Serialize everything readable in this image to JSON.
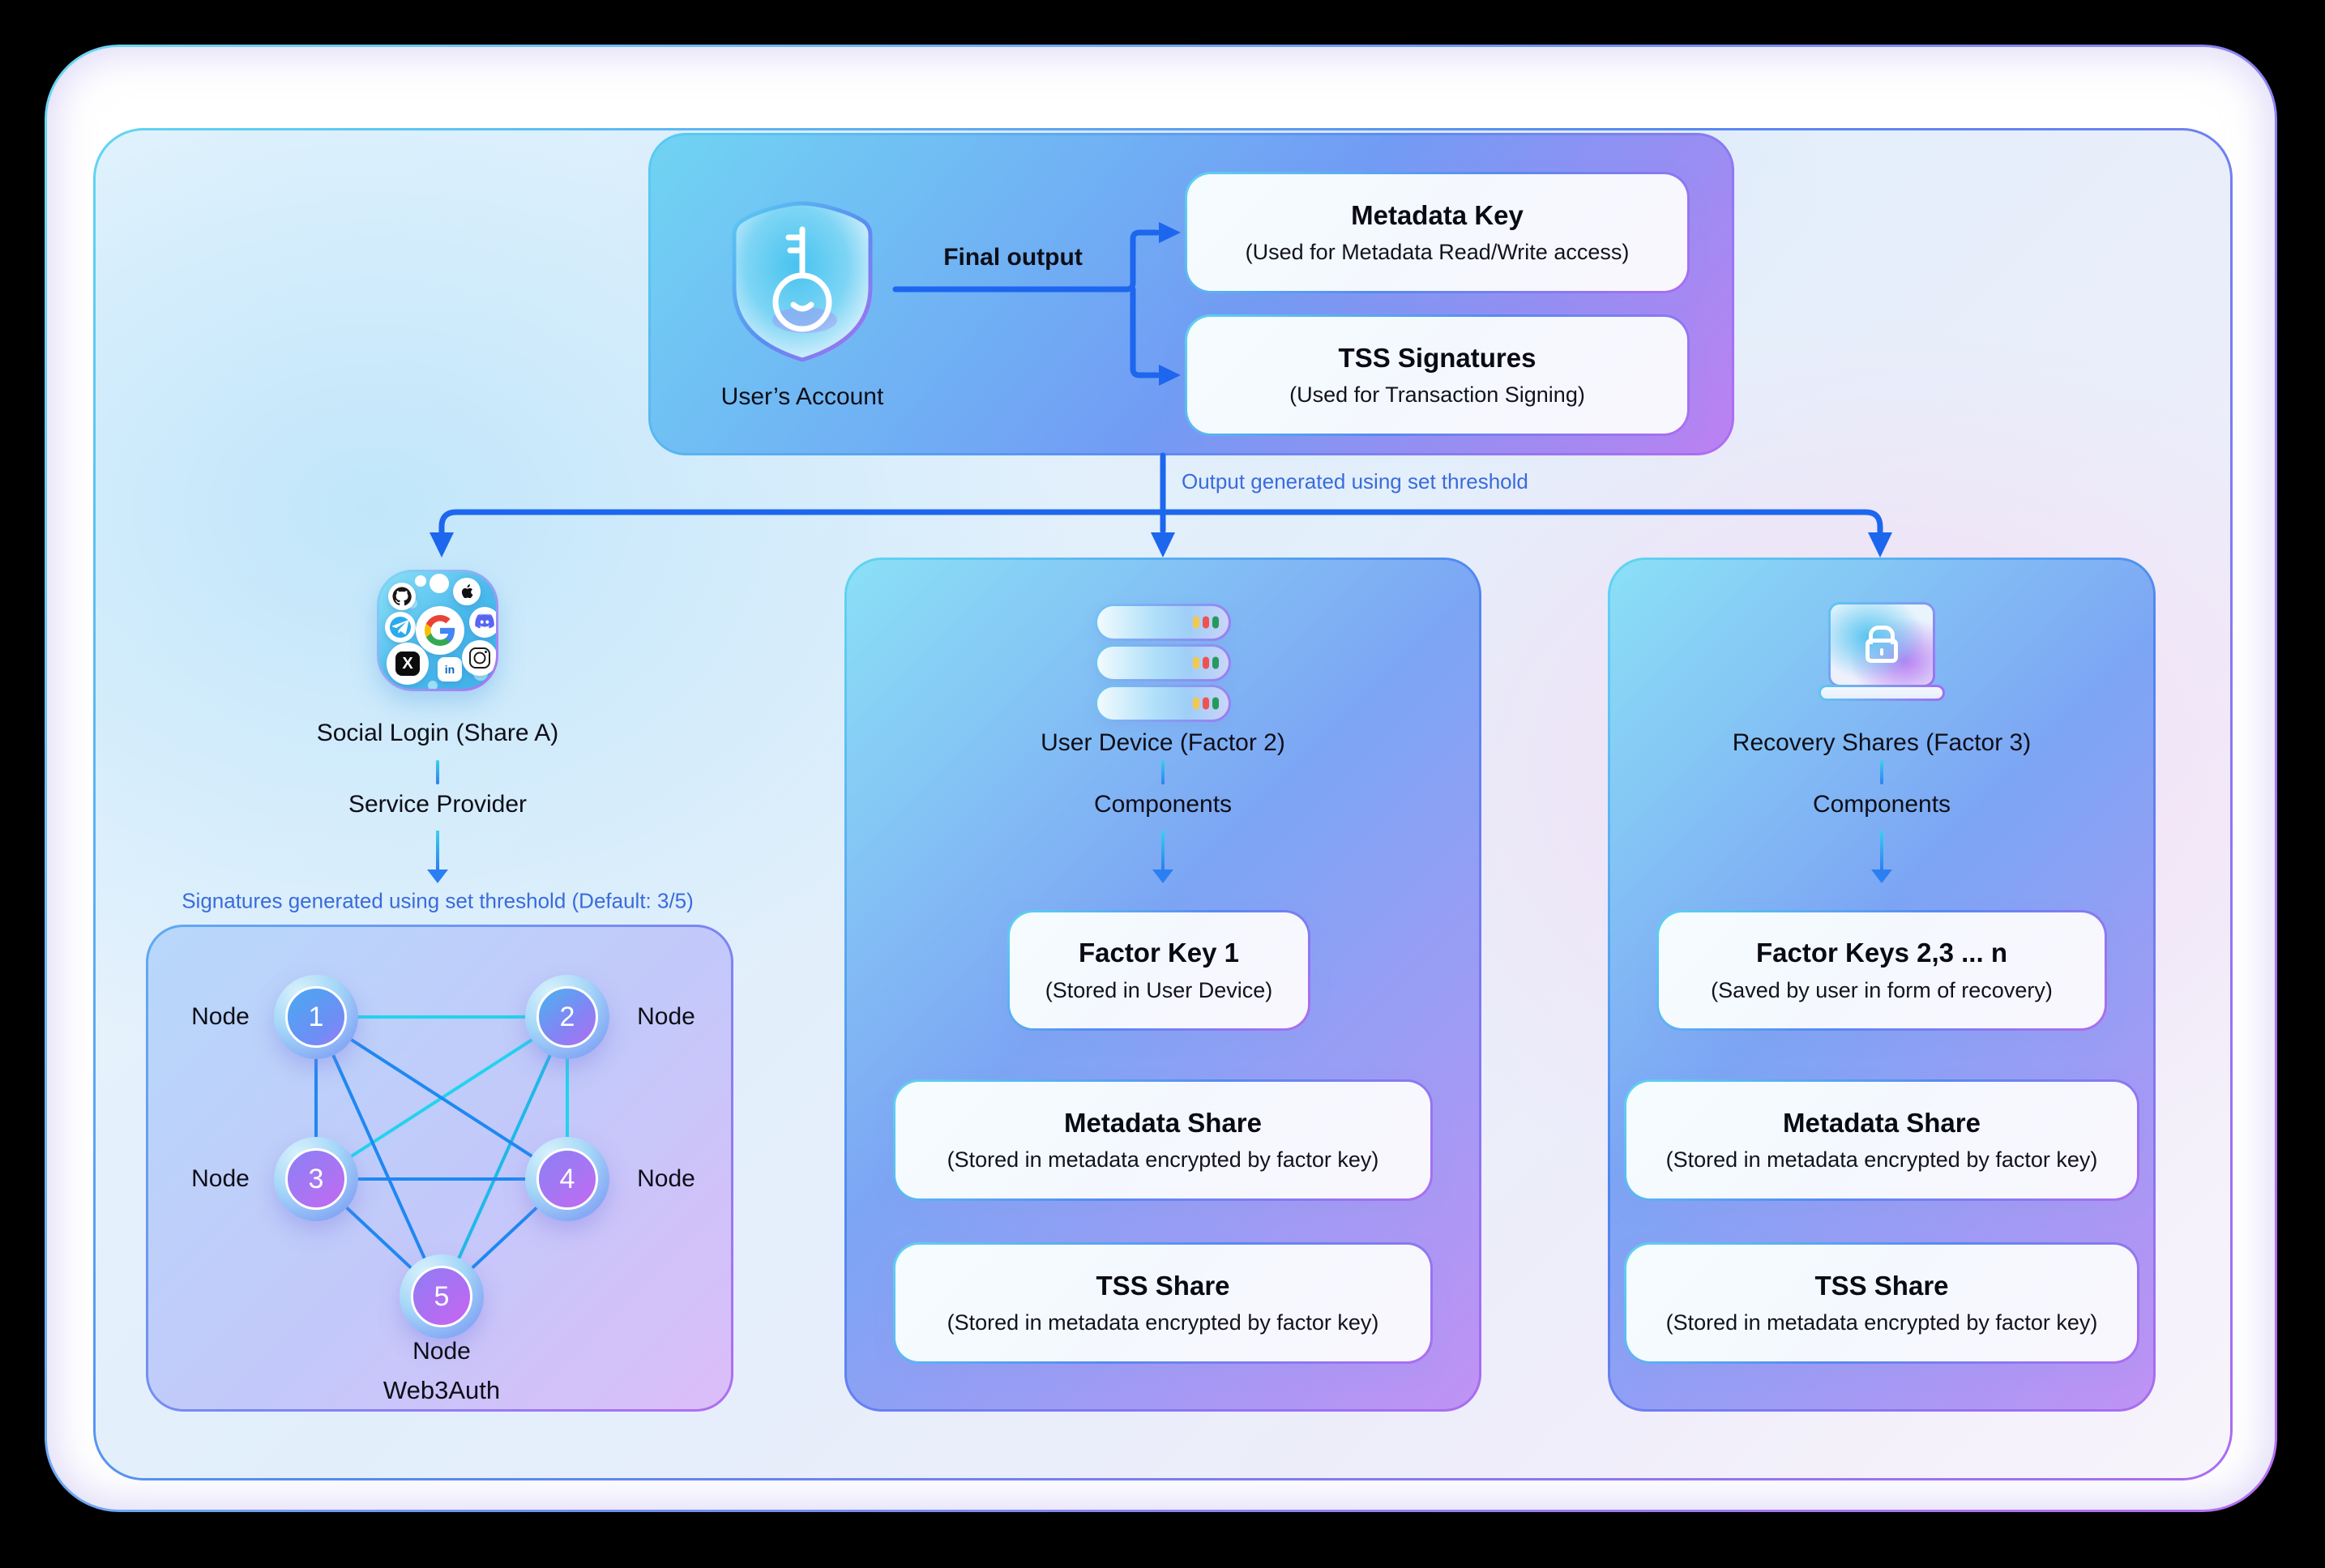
{
  "account": {
    "label": "User’s Account",
    "final_output_label": "Final output",
    "outputs": [
      {
        "title": "Metadata Key",
        "subtitle": "(Used for Metadata Read/Write access)"
      },
      {
        "title": "TSS Signatures",
        "subtitle": "(Used for Transaction Signing)"
      }
    ]
  },
  "distribution_note": "Output generated using set threshold",
  "social": {
    "title": "Social Login (Share A)",
    "role": "Service Provider",
    "threshold_note": "Signatures generated using set threshold (Default: 3/5)",
    "providers": [
      "github",
      "apple",
      "telegram",
      "google",
      "discord",
      "x",
      "linkedin",
      "instagram"
    ],
    "network": {
      "node_label": "Node",
      "node_numbers": [
        "1",
        "2",
        "3",
        "4",
        "5"
      ],
      "caption": "Web3Auth"
    }
  },
  "device": {
    "title": "User Device (Factor 2)",
    "components_label": "Components",
    "cards": [
      {
        "title": "Factor Key 1",
        "subtitle": "(Stored in User Device)"
      },
      {
        "title": "Metadata Share",
        "subtitle": "(Stored in metadata encrypted by factor key)"
      },
      {
        "title": "TSS Share",
        "subtitle": "(Stored in metadata encrypted by factor key)"
      }
    ]
  },
  "recovery": {
    "title": "Recovery Shares (Factor 3)",
    "components_label": "Components",
    "cards": [
      {
        "title": "Factor Keys 2,3 ... n",
        "subtitle": "(Saved by user in form of recovery)"
      },
      {
        "title": "Metadata Share",
        "subtitle": "(Stored in metadata encrypted by factor key)"
      },
      {
        "title": "TSS Share",
        "subtitle": "(Stored in metadata encrypted by factor key)"
      }
    ]
  },
  "colors": {
    "arrow_blue": "#1d66ee",
    "note_blue": "#3a6bdc",
    "edge_cyan": "#22d3ee",
    "edge_blue": "#1e88f2",
    "border_cyan": "#60d5f3",
    "border_purple": "#ab6df1"
  }
}
